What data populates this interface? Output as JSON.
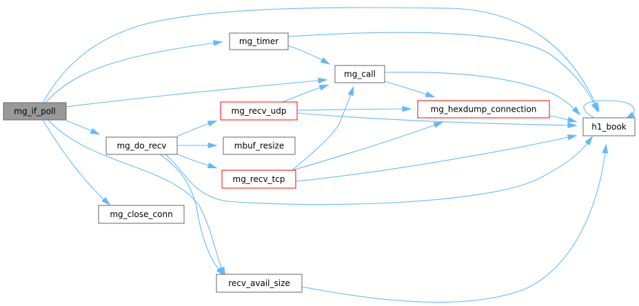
{
  "graph": {
    "colors": {
      "edge": "#63b8ff",
      "root_fill": "#999999",
      "node_fill": "#ffffff",
      "node_border": "#666666",
      "incomplete_border": "#ff0000"
    },
    "nodes": [
      {
        "id": "mg_if_poll",
        "label": "mg_if_poll",
        "style": "root"
      },
      {
        "id": "mg_timer",
        "label": "mg_timer",
        "style": "normal"
      },
      {
        "id": "mg_call",
        "label": "mg_call",
        "style": "normal"
      },
      {
        "id": "mg_recv_udp",
        "label": "mg_recv_udp",
        "style": "incomplete"
      },
      {
        "id": "mg_hexdump_connection",
        "label": "mg_hexdump_connection",
        "style": "incomplete"
      },
      {
        "id": "h1_book",
        "label": "h1_book",
        "style": "normal"
      },
      {
        "id": "mg_do_recv",
        "label": "mg_do_recv",
        "style": "normal"
      },
      {
        "id": "mbuf_resize",
        "label": "mbuf_resize",
        "style": "normal"
      },
      {
        "id": "mg_recv_tcp",
        "label": "mg_recv_tcp",
        "style": "incomplete"
      },
      {
        "id": "mg_close_conn",
        "label": "mg_close_conn",
        "style": "normal"
      },
      {
        "id": "recv_avail_size",
        "label": "recv_avail_size",
        "style": "normal"
      }
    ],
    "edges": [
      {
        "from": "mg_if_poll",
        "to": "h1_book"
      },
      {
        "from": "mg_if_poll",
        "to": "mg_timer"
      },
      {
        "from": "mg_if_poll",
        "to": "mg_call"
      },
      {
        "from": "mg_if_poll",
        "to": "mg_do_recv"
      },
      {
        "from": "mg_if_poll",
        "to": "mg_close_conn"
      },
      {
        "from": "mg_if_poll",
        "to": "recv_avail_size"
      },
      {
        "from": "mg_timer",
        "to": "mg_call"
      },
      {
        "from": "mg_timer",
        "to": "h1_book"
      },
      {
        "from": "mg_call",
        "to": "mg_hexdump_connection"
      },
      {
        "from": "mg_call",
        "to": "h1_book"
      },
      {
        "from": "mg_recv_udp",
        "to": "mg_call"
      },
      {
        "from": "mg_recv_udp",
        "to": "mg_hexdump_connection"
      },
      {
        "from": "mg_recv_udp",
        "to": "h1_book"
      },
      {
        "from": "mg_hexdump_connection",
        "to": "h1_book"
      },
      {
        "from": "h1_book",
        "to": "h1_book"
      },
      {
        "from": "mg_do_recv",
        "to": "mg_recv_udp"
      },
      {
        "from": "mg_do_recv",
        "to": "mbuf_resize"
      },
      {
        "from": "mg_do_recv",
        "to": "mg_recv_tcp"
      },
      {
        "from": "mg_do_recv",
        "to": "h1_book"
      },
      {
        "from": "mg_do_recv",
        "to": "recv_avail_size"
      },
      {
        "from": "mg_recv_tcp",
        "to": "mg_call"
      },
      {
        "from": "mg_recv_tcp",
        "to": "mg_hexdump_connection"
      },
      {
        "from": "mg_recv_tcp",
        "to": "h1_book"
      },
      {
        "from": "recv_avail_size",
        "to": "h1_book"
      }
    ]
  }
}
